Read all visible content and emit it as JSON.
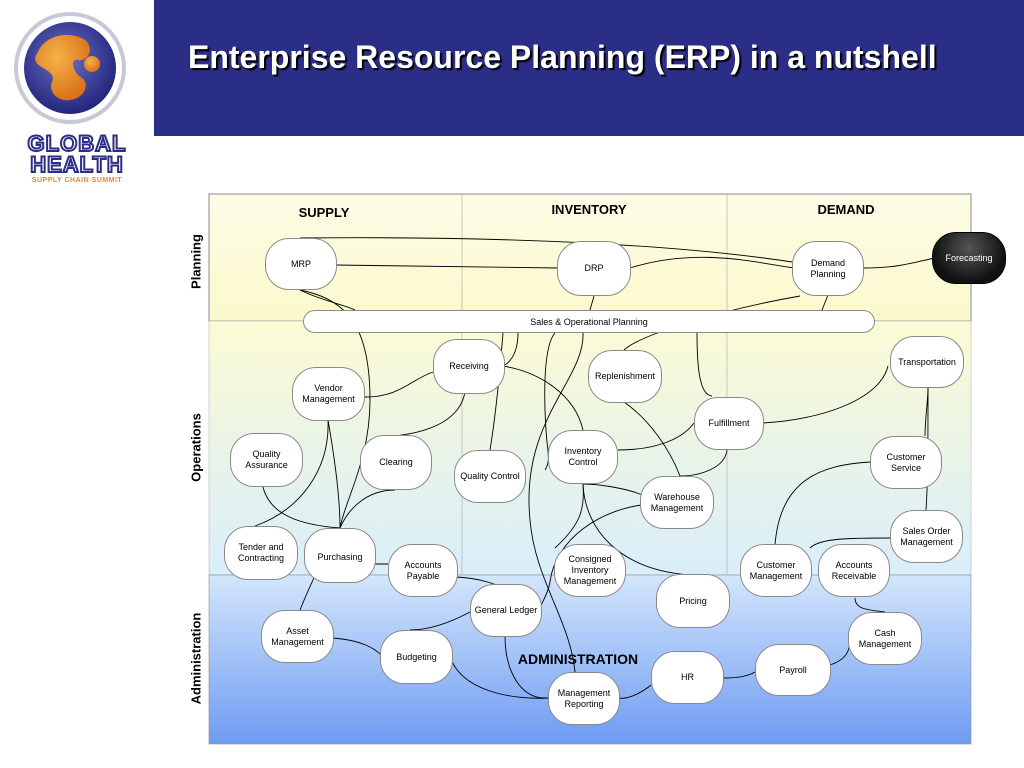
{
  "title": "Enterprise Resource Planning (ERP) in a nutshell",
  "logo": {
    "line1": "GLOBAL",
    "line2": "HEALTH",
    "line3": "SUPPLY CHAIN SUMMIT"
  },
  "zones": {
    "planning": "Planning",
    "operations": "Operations",
    "administration": "Administration"
  },
  "columns": {
    "supply": "SUPPLY",
    "inventory": "INVENTORY",
    "demand": "DEMAND"
  },
  "admin_heading": "ADMINISTRATION",
  "sop": "Sales & Operational Planning",
  "nodes": {
    "mrp": [
      "MRP"
    ],
    "drp": [
      "DRP"
    ],
    "demand_planning": [
      "Demand",
      "Planning"
    ],
    "forecasting": [
      "Forecasting"
    ],
    "receiving": [
      "Receiving"
    ],
    "replenishment": [
      "Replenishment"
    ],
    "transportation": [
      "Transportation"
    ],
    "vendor_management": [
      "Vendor",
      "Management"
    ],
    "fulfillment": [
      "Fulfillment"
    ],
    "quality_assurance": [
      "Quality",
      "Assurance"
    ],
    "clearing": [
      "Clearing"
    ],
    "quality_control": [
      "Quality Control"
    ],
    "inventory_control": [
      "Inventory",
      "Control"
    ],
    "customer_service": [
      "Customer",
      "Service"
    ],
    "warehouse_management": [
      "Warehouse",
      "Management"
    ],
    "sales_order_management": [
      "Sales Order",
      "Management"
    ],
    "tender_contracting": [
      "Tender and",
      "Contracting"
    ],
    "purchasing": [
      "Purchasing"
    ],
    "accounts_payable": [
      "Accounts",
      "Payable"
    ],
    "consigned_inventory": [
      "Consigned",
      "Inventory",
      "Management"
    ],
    "customer_management": [
      "Customer",
      "Management"
    ],
    "accounts_receivable": [
      "Accounts",
      "Receivable"
    ],
    "general_ledger": [
      "General Ledger"
    ],
    "pricing": [
      "Pricing"
    ],
    "asset_management": [
      "Asset",
      "Management"
    ],
    "cash_management": [
      "Cash",
      "Management"
    ],
    "budgeting": [
      "Budgeting"
    ],
    "payroll": [
      "Payroll"
    ],
    "hr": [
      "HR"
    ],
    "management_reporting": [
      "Management",
      "Reporting"
    ]
  },
  "colors": {
    "banner": "#2b2e86",
    "planning_zone": "#fcfbd8",
    "operations_top": "#fbfbd4",
    "operations_bottom": "#d9eefa",
    "admin_top": "#d3e6fb",
    "admin_bottom": "#6e9bf3",
    "logo_orange": "#e28a2a",
    "logo_blue": "#3a3f9a"
  }
}
